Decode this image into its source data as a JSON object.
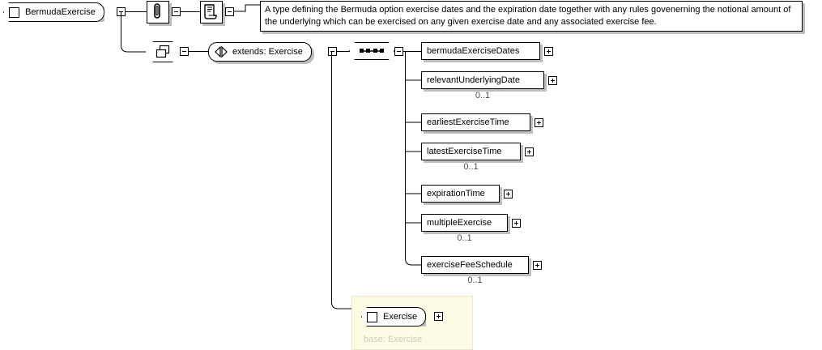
{
  "diagram": {
    "type": "xsd-complextype-diagram",
    "root": {
      "name": "BermudaExercise",
      "icon": "element-square-icon",
      "expander": "collapse-minus"
    },
    "annotation_icons": [
      {
        "name": "annotation-paperclip-icon",
        "label": "annotation"
      },
      {
        "name": "documentation-scroll-icon",
        "label": "documentation"
      }
    ],
    "annotation_text": "A type defining the Bermuda option exercise dates and the expiration date together with any rules govenerning the notional amount of the underlying which can be exercised on any given exercise date and any associated exercise fee.",
    "complex_content": {
      "name": "complex-content-icon",
      "label": "complexContent"
    },
    "extension": {
      "label": "extends: Exercise",
      "icon": "extension-triangles-icon"
    },
    "compositor": {
      "kind": "sequence",
      "label": "sequence-compositor"
    },
    "children": [
      {
        "label": "bermudaExerciseDates",
        "cardinality": "",
        "expander": "expand-plus"
      },
      {
        "label": "relevantUnderlyingDate",
        "cardinality": "0..1",
        "expander": "expand-plus"
      },
      {
        "label": "earliestExerciseTime",
        "cardinality": "",
        "expander": "expand-plus"
      },
      {
        "label": "latestExerciseTime",
        "cardinality": "0..1",
        "expander": "expand-plus"
      },
      {
        "label": "expirationTime",
        "cardinality": "",
        "expander": "expand-plus"
      },
      {
        "label": "multipleExercise",
        "cardinality": "0..1",
        "expander": "expand-plus"
      },
      {
        "label": "exerciseFeeSchedule",
        "cardinality": "0..1",
        "expander": "expand-plus"
      }
    ],
    "base_type": {
      "node_label": "Exercise",
      "caption": "base: Exercise",
      "icon": "element-square-icon",
      "expander": "expand-plus"
    },
    "colors": {
      "line": "#000000",
      "shadow": "#bdbdbd",
      "base_panel_bg": "#fdfbe3",
      "base_panel_border": "#e8e6cf",
      "base_caption": "#cfcdb4",
      "cardinality": "#4a4a4a",
      "node_bg": "#ffffff"
    }
  }
}
